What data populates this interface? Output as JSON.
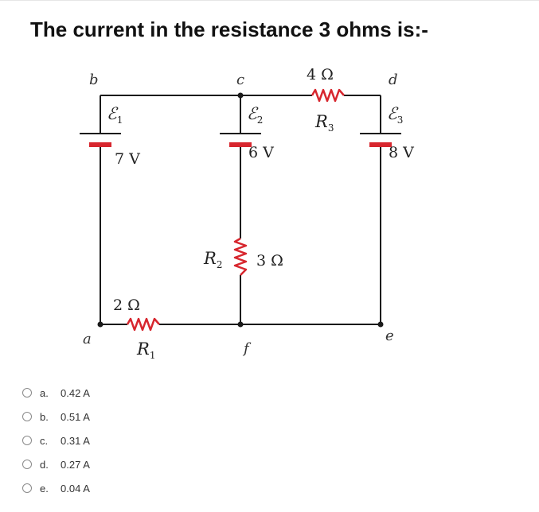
{
  "question": {
    "title": "The current in the resistance 3 ohms is:-"
  },
  "circuit": {
    "nodes": {
      "a": "a",
      "b": "b",
      "c": "c",
      "d": "d",
      "e": "e",
      "f": "f"
    },
    "sources": [
      {
        "symbol": "ℰ",
        "sub": "1",
        "value": "7 V"
      },
      {
        "symbol": "ℰ",
        "sub": "2",
        "value": "6 V"
      },
      {
        "symbol": "ℰ",
        "sub": "3",
        "value": "8 V"
      }
    ],
    "resistors": [
      {
        "symbol": "R",
        "sub": "1",
        "value": "2 Ω"
      },
      {
        "symbol": "R",
        "sub": "2",
        "value": "3 Ω"
      },
      {
        "symbol": "R",
        "sub": "3",
        "value": "4 Ω"
      }
    ],
    "colors": {
      "wire": "#1a1a1a",
      "component": "#d7262e",
      "node": "#1a1a1a"
    }
  },
  "options": [
    {
      "letter": "a.",
      "text": "0.42 A"
    },
    {
      "letter": "b.",
      "text": "0.51 A"
    },
    {
      "letter": "c.",
      "text": "0.31 A"
    },
    {
      "letter": "d.",
      "text": "0.27 A"
    },
    {
      "letter": "e.",
      "text": "0.04 A"
    }
  ]
}
